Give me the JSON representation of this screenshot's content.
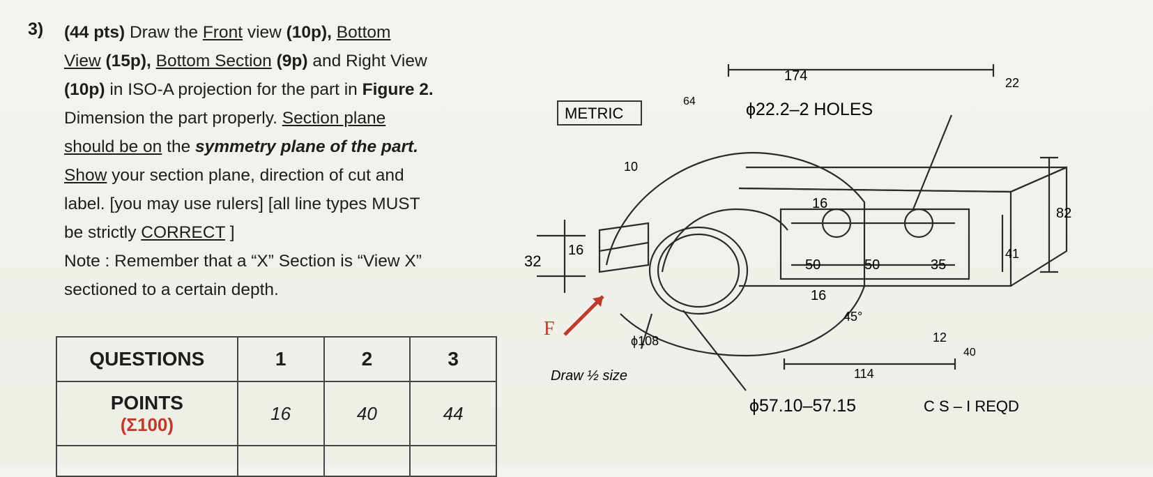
{
  "question": {
    "number": "3)",
    "points": "(44 pts)",
    "t_draw": "Draw the",
    "front": "Front",
    "t_view1": "view",
    "front_pts": "(10p),",
    "bottom": "Bottom",
    "view_word": "View",
    "bottom_pts": "(15p),",
    "bottom_section": "Bottom Section",
    "section_pts": "(9p)",
    "t_and": "and Right View",
    "right_pts": "(10p)",
    "t_in": "in ISO-A projection for the part in",
    "figure": "Figure 2.",
    "t_dimension": "Dimension the part properly.",
    "section_plane": "Section plane",
    "should_be_on": "should be on",
    "t_the": "the",
    "symmetry": "symmetry plane of the part.",
    "show": "Show",
    "t_show_rest": "your section plane, direction of cut and",
    "t_label": "label. [you may use rulers] [all line types MUST",
    "t_be": "be strictly",
    "correct": "CORRECT",
    "t_bracket": "]",
    "note1": "Note : Remember that a “X” Section is “View X”",
    "note2": "sectioned to a certain depth."
  },
  "table": {
    "header": "QUESTIONS",
    "cols": [
      "1",
      "2",
      "3"
    ],
    "row_label": "POINTS",
    "row_sum": "(Σ100)",
    "values": [
      "16",
      "40",
      "44"
    ]
  },
  "drawing": {
    "metric": "METRIC",
    "dims": {
      "d174": "174",
      "d22": "22",
      "d64": "64",
      "holes": "ϕ22.2–2 HOLES",
      "d10": "10",
      "d82": "82",
      "d16a": "16",
      "d16b": "16",
      "d16c": "16",
      "d32": "32",
      "d50a": "50",
      "d50b": "50",
      "d35": "35",
      "d41": "41",
      "d45": "45°",
      "d12": "12",
      "d108": "ϕ108",
      "d114": "114",
      "d40": "40",
      "d5710": "ϕ57.10–57.15",
      "cs": "C S – I REQD"
    },
    "view_letter": "F",
    "scale_note": "Draw ½ size"
  }
}
